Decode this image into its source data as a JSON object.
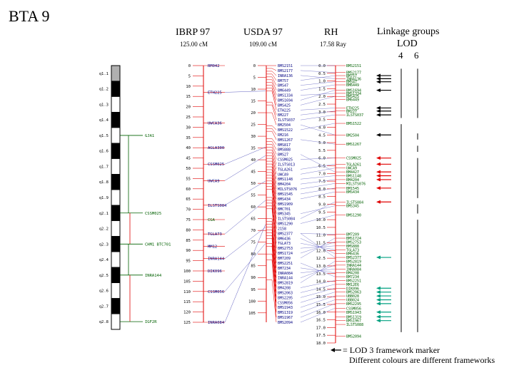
{
  "title": "BTA 9",
  "headers": {
    "ibrp": {
      "name": "IBRP 97",
      "length": "125.00 cM"
    },
    "usda": {
      "name": "USDA 97",
      "length": "109.00 cM"
    },
    "rh": {
      "name": "RH",
      "length": "17.58 Ray"
    },
    "linkage": {
      "name": "Linkage groups",
      "lod": "LOD",
      "lod4": "4",
      "lod6": "6"
    }
  },
  "legend": {
    "arrow_text": "= LOD 3 framework marker",
    "note": "Different colours are different  frameworks"
  },
  "colors": {
    "line": "#e00000",
    "text": "#000080",
    "framework_text": "#006000",
    "arrow_black": "#000000",
    "arrow_red": "#e00000",
    "arrow_teal": "#00a080"
  },
  "ideogram": {
    "bands": [
      {
        "label": "q1.1",
        "shade": "gray"
      },
      {
        "label": "q1.2",
        "shade": "black"
      },
      {
        "label": "q1.3",
        "shade": "white"
      },
      {
        "label": "q1.4",
        "shade": "black"
      },
      {
        "label": "q1.5",
        "shade": "white"
      },
      {
        "label": "q1.6",
        "shade": "black"
      },
      {
        "label": "q1.7",
        "shade": "white"
      },
      {
        "label": "q1.8",
        "shade": "black"
      },
      {
        "label": "q1.9",
        "shade": "white"
      },
      {
        "label": "q2.1",
        "shade": "black"
      },
      {
        "label": "q2.2",
        "shade": "white"
      },
      {
        "label": "q2.3",
        "shade": "black"
      },
      {
        "label": "q2.4",
        "shade": "white"
      },
      {
        "label": "q2.5",
        "shade": "black"
      },
      {
        "label": "q2.6",
        "shade": "white"
      },
      {
        "label": "q2.7",
        "shade": "black"
      },
      {
        "label": "q2.8",
        "shade": "white"
      }
    ],
    "markers": [
      {
        "label": "GJA1",
        "band": 4
      },
      {
        "label": "CSSM025",
        "band": 9
      },
      {
        "label": "CHM1 BTC701",
        "band": 11
      },
      {
        "label": "INRA144",
        "band": 13
      },
      {
        "label": "IGF2R",
        "band": 16
      }
    ]
  },
  "ibrp_map": {
    "ticks": [
      "0",
      "5",
      "10",
      "15",
      "20",
      "25",
      "30",
      "35",
      "40",
      "45",
      "50",
      "55",
      "60",
      "65",
      "70",
      "75",
      "80",
      "85",
      "90",
      "95",
      "100",
      "105",
      "110",
      "115",
      "120",
      "125"
    ],
    "markers": [
      {
        "name": "RM042",
        "pos": 0
      },
      {
        "name": "ETH225",
        "pos": 13
      },
      {
        "name": "UWCA36",
        "pos": 28
      },
      {
        "name": "AGLA300",
        "pos": 40
      },
      {
        "name": "CSSM025",
        "pos": 48
      },
      {
        "name": "UWCA9",
        "pos": 56
      },
      {
        "name": "ILSTS084",
        "pos": 68
      },
      {
        "name": "CGA",
        "pos": 75
      },
      {
        "name": "TGLA73",
        "pos": 82
      },
      {
        "name": "MM12",
        "pos": 88
      },
      {
        "name": "INRA144",
        "pos": 94
      },
      {
        "name": "DIK096",
        "pos": 100
      },
      {
        "name": "CSSM056",
        "pos": 110
      },
      {
        "name": "INRA084",
        "pos": 125
      }
    ]
  },
  "usda_map": {
    "ticks": [
      "0",
      "5",
      "10",
      "15",
      "20",
      "25",
      "30",
      "35",
      "40",
      "45",
      "50",
      "55",
      "60",
      "65",
      "70",
      "75",
      "80",
      "85",
      "90",
      "95",
      "100",
      "105"
    ],
    "markers": [
      {
        "name": "BMS2151",
        "pos": 0
      },
      {
        "name": "BMS2177",
        "pos": 1.2
      },
      {
        "name": "INRA136",
        "pos": 2.4
      },
      {
        "name": "BM757",
        "pos": 3.6
      },
      {
        "name": "BMS47",
        "pos": 4.8
      },
      {
        "name": "BM6449",
        "pos": 6
      },
      {
        "name": "BMS1334",
        "pos": 7.2
      },
      {
        "name": "BMS1694",
        "pos": 8.4
      },
      {
        "name": "BMS425",
        "pos": 9.6
      },
      {
        "name": "ETH225",
        "pos": 10.8
      },
      {
        "name": "BM227",
        "pos": 15.5
      },
      {
        "name": "ILSTS037",
        "pos": 16.7
      },
      {
        "name": "BM2504",
        "pos": 20
      },
      {
        "name": "BMS1522",
        "pos": 25.5
      },
      {
        "name": "RM216",
        "pos": 26.7
      },
      {
        "name": "BMS1267",
        "pos": 27.9
      },
      {
        "name": "BMS817",
        "pos": 31
      },
      {
        "name": "BMS888",
        "pos": 32.2
      },
      {
        "name": "BMS27",
        "pos": 33.4
      },
      {
        "name": "CSSM025",
        "pos": 34.6
      },
      {
        "name": "ILSTS013",
        "pos": 35.8
      },
      {
        "name": "TGLA261",
        "pos": 37
      },
      {
        "name": "UWCA9",
        "pos": 38.2
      },
      {
        "name": "BMS1148",
        "pos": 39.4
      },
      {
        "name": "BM4204",
        "pos": 40.6
      },
      {
        "name": "MILSTS076",
        "pos": 41.8
      },
      {
        "name": "BMS1545",
        "pos": 43
      },
      {
        "name": "BMS434",
        "pos": 44.2
      },
      {
        "name": "BMS1909",
        "pos": 45.4
      },
      {
        "name": "BMC701",
        "pos": 46.6
      },
      {
        "name": "BMS345",
        "pos": 47.8
      },
      {
        "name": "ILSTS084",
        "pos": 49
      },
      {
        "name": "BMS1290",
        "pos": 50.2
      },
      {
        "name": "2158",
        "pos": 51.4
      },
      {
        "name": "BMS2377",
        "pos": 52.6
      },
      {
        "name": "BM6436",
        "pos": 56
      },
      {
        "name": "TGLA73",
        "pos": 57.2
      },
      {
        "name": "BMS2753",
        "pos": 58.4
      },
      {
        "name": "BMS1724",
        "pos": 59.6
      },
      {
        "name": "BM7209",
        "pos": 60.8
      },
      {
        "name": "BMS2251",
        "pos": 65
      },
      {
        "name": "BM7234",
        "pos": 66.2
      },
      {
        "name": "INRA084",
        "pos": 67.4
      },
      {
        "name": "INRA144",
        "pos": 68.6
      },
      {
        "name": "BMS2819",
        "pos": 69.8
      },
      {
        "name": "BM4208",
        "pos": 71
      },
      {
        "name": "BMS2063",
        "pos": 72.2
      },
      {
        "name": "BMS2295",
        "pos": 73.4
      },
      {
        "name": "CSSM056",
        "pos": 75.5
      },
      {
        "name": "BMS1943",
        "pos": 76.7
      },
      {
        "name": "BMS1319",
        "pos": 80
      },
      {
        "name": "BMS1967",
        "pos": 82.5
      },
      {
        "name": "BMS2094",
        "pos": 91
      }
    ]
  },
  "rh_map": {
    "ticks": [
      "0.0",
      "0.5",
      "1.0",
      "1.5",
      "2.0",
      "2.5",
      "3.0",
      "3.5",
      "4.0",
      "4.5",
      "5.0",
      "5.5",
      "6.0",
      "6.5",
      "7.0",
      "7.5",
      "8.0",
      "8.5",
      "9.0",
      "9.5",
      "10.0",
      "10.5",
      "11.0",
      "11.5",
      "12.0",
      "12.5",
      "13.0",
      "13.5",
      "14.0",
      "14.5",
      "15.0",
      "15.5",
      "16.0",
      "16.5",
      "17.0",
      "17.5",
      "18.0"
    ],
    "markers": [
      {
        "name": "BMS2151",
        "pos": 0
      },
      {
        "name": "BMS2177",
        "pos": 0.45
      },
      {
        "name": "BM757",
        "pos": 0.65
      },
      {
        "name": "INRA136",
        "pos": 0.85
      },
      {
        "name": "BMS47",
        "pos": 1.05
      },
      {
        "name": "BM6449",
        "pos": 1.25
      },
      {
        "name": "BMS1694",
        "pos": 1.6
      },
      {
        "name": "BMS1334",
        "pos": 1.8
      },
      {
        "name": "BMS425",
        "pos": 2.0
      },
      {
        "name": "BM6449",
        "pos": 2.2
      },
      {
        "name": "ETH225",
        "pos": 2.75
      },
      {
        "name": "BM227",
        "pos": 2.95
      },
      {
        "name": "ILSTS037",
        "pos": 3.2
      },
      {
        "name": "BMS1522",
        "pos": 3.75
      },
      {
        "name": "BM2504",
        "pos": 4.5
      },
      {
        "name": "BMS1267",
        "pos": 5.1
      },
      {
        "name": "CSSM025",
        "pos": 6.0
      },
      {
        "name": "TGLA261",
        "pos": 6.4
      },
      {
        "name": "UWCA9",
        "pos": 6.65
      },
      {
        "name": "BM4427",
        "pos": 6.9
      },
      {
        "name": "BMS1148",
        "pos": 7.15
      },
      {
        "name": "BM4204",
        "pos": 7.4
      },
      {
        "name": "MILSTS076",
        "pos": 7.65
      },
      {
        "name": "BM1545",
        "pos": 7.95
      },
      {
        "name": "BMS434",
        "pos": 8.2
      },
      {
        "name": "ILSTS084",
        "pos": 8.85
      },
      {
        "name": "BMS345",
        "pos": 9.1
      },
      {
        "name": "BMS1290",
        "pos": 9.7
      },
      {
        "name": "BM7209",
        "pos": 10.95
      },
      {
        "name": "BMS1724",
        "pos": 11.2
      },
      {
        "name": "BMS2753",
        "pos": 11.45
      },
      {
        "name": "BMS888",
        "pos": 11.7
      },
      {
        "name": "TGLA73",
        "pos": 11.95
      },
      {
        "name": "BM6436",
        "pos": 12.2
      },
      {
        "name": "BMS2377",
        "pos": 12.45
      },
      {
        "name": "BMS2819",
        "pos": 12.7
      },
      {
        "name": "INRA144",
        "pos": 12.95
      },
      {
        "name": "INRA084",
        "pos": 13.2
      },
      {
        "name": "BM4208",
        "pos": 13.45
      },
      {
        "name": "BM7234",
        "pos": 13.7
      },
      {
        "name": "BMS2251",
        "pos": 13.95
      },
      {
        "name": "MM12E6",
        "pos": 14.2
      },
      {
        "name": "DIK096",
        "pos": 14.45
      },
      {
        "name": "BMS2063",
        "pos": 14.7
      },
      {
        "name": "UBB028",
        "pos": 14.95
      },
      {
        "name": "UBB024",
        "pos": 15.2
      },
      {
        "name": "BMS2295",
        "pos": 15.45
      },
      {
        "name": "CSSM056",
        "pos": 15.75
      },
      {
        "name": "BMS1943",
        "pos": 16.0
      },
      {
        "name": "BMS1319",
        "pos": 16.3
      },
      {
        "name": "BMS1967",
        "pos": 16.55
      },
      {
        "name": "ILSTS088",
        "pos": 16.8
      },
      {
        "name": "BMS2094",
        "pos": 17.55
      }
    ],
    "arrows": [
      {
        "pos": 0.65,
        "color": "black"
      },
      {
        "pos": 0.85,
        "color": "black"
      },
      {
        "pos": 1.05,
        "color": "black"
      },
      {
        "pos": 1.6,
        "color": "black"
      },
      {
        "pos": 2.75,
        "color": "black"
      },
      {
        "pos": 2.95,
        "color": "black"
      },
      {
        "pos": 3.2,
        "color": "black"
      },
      {
        "pos": 4.5,
        "color": "black"
      },
      {
        "pos": 6.0,
        "color": "red"
      },
      {
        "pos": 6.4,
        "color": "red"
      },
      {
        "pos": 6.9,
        "color": "red"
      },
      {
        "pos": 7.15,
        "color": "red"
      },
      {
        "pos": 7.4,
        "color": "red"
      },
      {
        "pos": 7.95,
        "color": "red"
      },
      {
        "pos": 8.85,
        "color": "red"
      },
      {
        "pos": 12.45,
        "color": "teal"
      },
      {
        "pos": 14.45,
        "color": "teal"
      },
      {
        "pos": 14.7,
        "color": "teal"
      },
      {
        "pos": 14.95,
        "color": "teal"
      },
      {
        "pos": 15.2,
        "color": "teal"
      },
      {
        "pos": 15.45,
        "color": "teal"
      },
      {
        "pos": 16.0,
        "color": "teal"
      },
      {
        "pos": 16.3,
        "color": "teal"
      },
      {
        "pos": 16.55,
        "color": "teal"
      }
    ],
    "usda_links": [
      [
        0,
        0
      ],
      [
        1,
        1
      ],
      [
        2,
        3
      ],
      [
        3,
        2
      ],
      [
        4,
        4
      ],
      [
        5,
        5
      ],
      [
        6,
        7
      ],
      [
        7,
        6
      ],
      [
        8,
        8
      ],
      [
        9,
        10
      ],
      [
        10,
        11
      ],
      [
        11,
        12
      ],
      [
        12,
        14
      ],
      [
        13,
        13
      ],
      [
        15,
        15
      ],
      [
        19,
        16
      ],
      [
        21,
        17
      ],
      [
        22,
        18
      ],
      [
        18,
        19
      ],
      [
        23,
        20
      ],
      [
        24,
        21
      ],
      [
        25,
        22
      ],
      [
        26,
        23
      ],
      [
        27,
        24
      ],
      [
        31,
        25
      ],
      [
        30,
        26
      ],
      [
        32,
        27
      ],
      [
        34,
        28
      ],
      [
        39,
        29
      ],
      [
        38,
        30
      ],
      [
        37,
        31
      ],
      [
        36,
        32
      ],
      [
        35,
        33
      ],
      [
        34,
        34
      ],
      [
        44,
        35
      ],
      [
        43,
        36
      ],
      [
        42,
        37
      ],
      [
        41,
        38
      ],
      [
        40,
        39
      ],
      [
        45,
        40
      ],
      [
        46,
        41
      ],
      [
        47,
        42
      ],
      [
        48,
        43
      ],
      [
        49,
        44
      ],
      [
        50,
        45
      ],
      [
        51,
        46
      ],
      [
        52,
        47
      ]
    ]
  }
}
